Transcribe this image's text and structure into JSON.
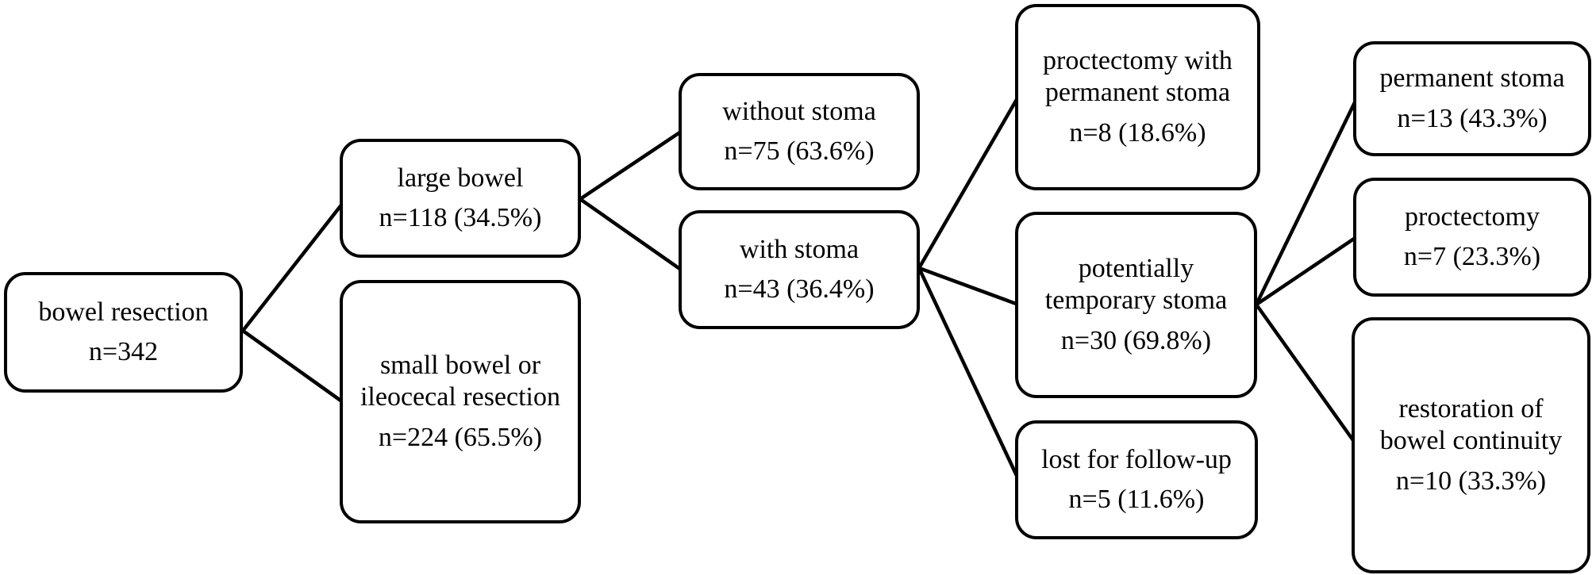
{
  "diagram": {
    "title": "bowel resection outcome flowchart",
    "type": "flowchart",
    "colors": {
      "background": "#ffffff",
      "box_border": "#000000",
      "text": "#000000",
      "connector": "#000000"
    }
  },
  "nodes": [
    {
      "id": "bowel-resection",
      "label": "bowel resection",
      "value": "n=342"
    },
    {
      "id": "large-bowel",
      "label": "large bowel",
      "value": "n=118 (34.5%)"
    },
    {
      "id": "small-bowel-or-ileocecal",
      "label": "small bowel or\nileocecal resection",
      "value": "n=224 (65.5%)"
    },
    {
      "id": "without-stoma",
      "label": "without stoma",
      "value": "n=75 (63.6%)"
    },
    {
      "id": "with-stoma",
      "label": "with stoma",
      "value": "n=43 (36.4%)"
    },
    {
      "id": "proctectomy-with-permanent-stoma",
      "label": "proctectomy with\npermanent stoma",
      "value": "n=8 (18.6%)"
    },
    {
      "id": "potentially-temporary-stoma",
      "label": "potentially\ntemporary stoma",
      "value": "n=30 (69.8%)"
    },
    {
      "id": "lost-for-follow-up",
      "label": "lost for follow-up",
      "value": "n=5 (11.6%)"
    },
    {
      "id": "permanent-stoma",
      "label": "permanent stoma",
      "value": "n=13 (43.3%)"
    },
    {
      "id": "proctectomy",
      "label": "proctectomy",
      "value": "n=7 (23.3%)"
    },
    {
      "id": "restoration-of-bowel-continuity",
      "label": "restoration of\nbowel continuity",
      "value": "n=10 (33.3%)"
    }
  ],
  "edges": [
    {
      "from": "bowel-resection",
      "to": "large-bowel"
    },
    {
      "from": "bowel-resection",
      "to": "small-bowel-or-ileocecal"
    },
    {
      "from": "large-bowel",
      "to": "without-stoma"
    },
    {
      "from": "large-bowel",
      "to": "with-stoma"
    },
    {
      "from": "with-stoma",
      "to": "proctectomy-with-permanent-stoma"
    },
    {
      "from": "with-stoma",
      "to": "potentially-temporary-stoma"
    },
    {
      "from": "with-stoma",
      "to": "lost-for-follow-up"
    },
    {
      "from": "potentially-temporary-stoma",
      "to": "permanent-stoma"
    },
    {
      "from": "potentially-temporary-stoma",
      "to": "proctectomy"
    },
    {
      "from": "potentially-temporary-stoma",
      "to": "restoration-of-bowel-continuity"
    }
  ]
}
